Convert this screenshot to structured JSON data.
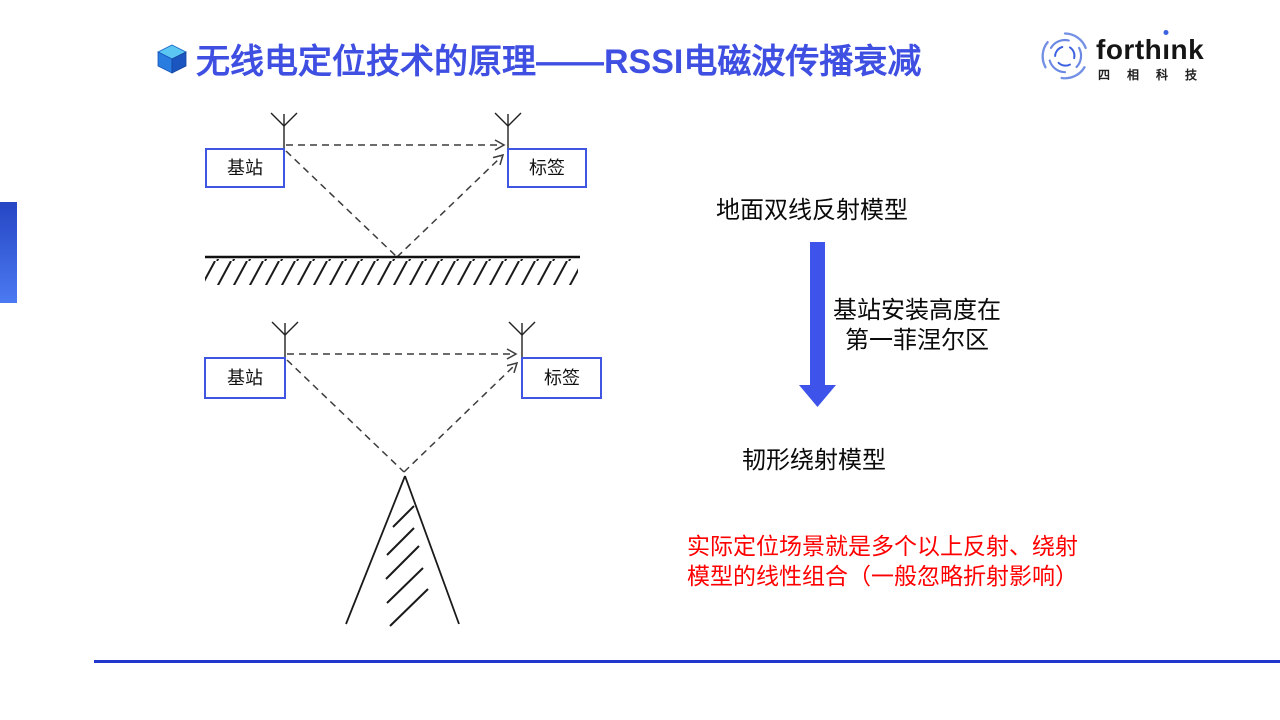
{
  "slide": {
    "title": "无线电定位技术的原理——RSSI电磁波传播衰减"
  },
  "logo": {
    "brand_pre": "forth",
    "brand_i_char": "ı",
    "brand_post": "nk",
    "subtext": "四相科技"
  },
  "diagram_two_ray": {
    "base_station": "基站",
    "tag": "标签"
  },
  "diagram_knife_edge": {
    "base_station": "基站",
    "tag": "标签"
  },
  "annotations": {
    "reflection_model": "地面双线反射模型",
    "fresnel_line1": "基站安装高度在",
    "fresnel_line2": "第一菲涅尔区",
    "diffraction_model": "韧形绕射模型",
    "conclusion_line1": "实际定位场景就是多个以上反射、绕射",
    "conclusion_line2": "模型的线性组合（一般忽略折射影响）"
  },
  "colors": {
    "title_blue": "#3e4fe2",
    "box_border_blue": "#4056e2",
    "arrow_blue": "#3e53ea",
    "divider_blue": "#2238cc",
    "accent_bar_top": "#2646c4",
    "accent_bar_bottom": "#4b7af2",
    "alert_red": "#ff0000",
    "logo_accent": "#3d62e0"
  }
}
